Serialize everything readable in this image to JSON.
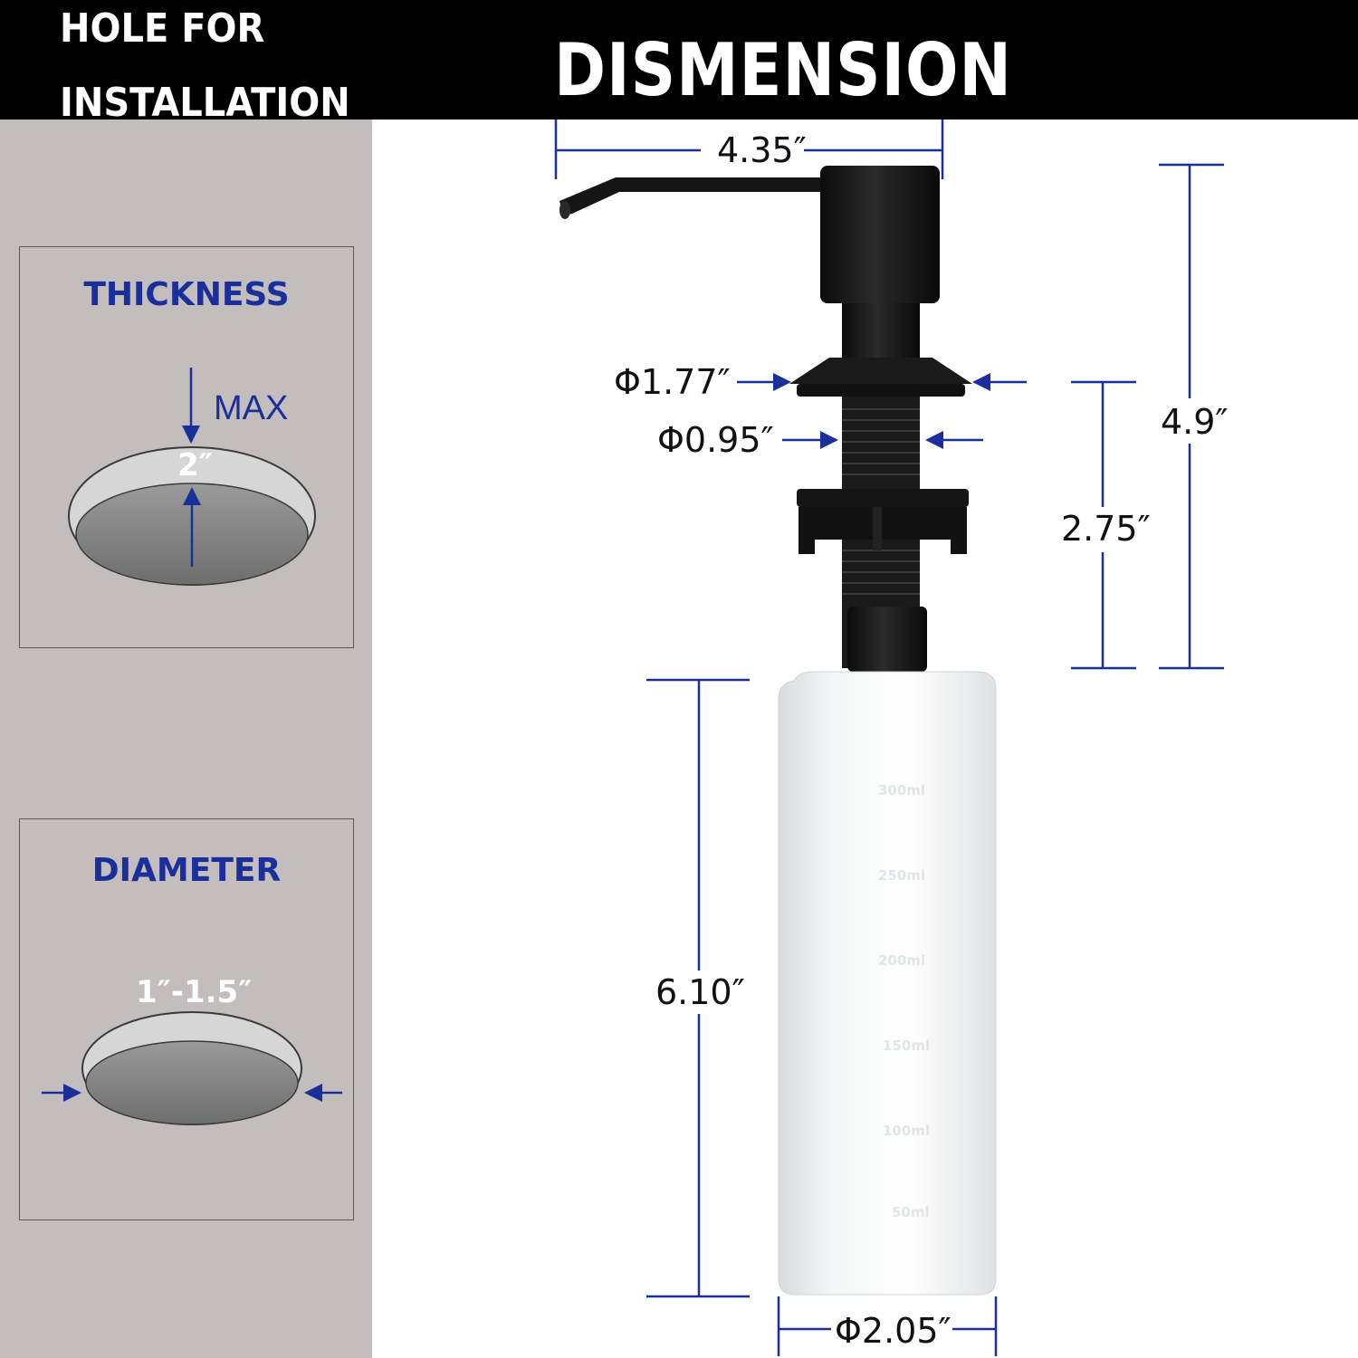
{
  "header": {
    "hole_title_line1": "HOLE  FOR",
    "hole_title_line2": "INSTALLATION",
    "main_title": "DISMENSION"
  },
  "thickness_box": {
    "title": "THICKNESS",
    "max_label": "MAX",
    "value": "2″"
  },
  "diameter_box": {
    "title": "DIAMETER",
    "value": "1″-1.5″"
  },
  "dimensions": {
    "width_top": "4.35″",
    "total_height": "4.9″",
    "flange_diameter": "Φ1.77″",
    "shank_diameter": "Φ0.95″",
    "shank_length": "2.75″",
    "bottle_height": "6.10″",
    "bottle_diameter": "Φ2.05″"
  },
  "bottle_markings": [
    "300ml",
    "250ml",
    "200ml",
    "150ml",
    "100ml",
    "50ml"
  ],
  "colors": {
    "accent_blue": "#1a2f99",
    "header_bg": "#000000",
    "sidebar_bg": "#c3bdbd",
    "pump_black": "#141414"
  }
}
